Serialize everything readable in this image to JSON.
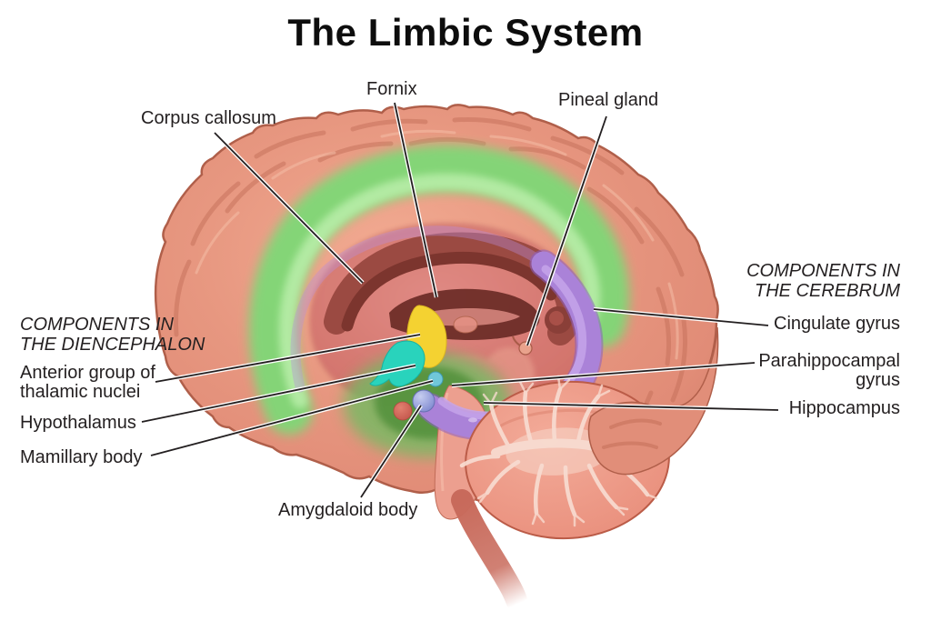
{
  "title": "The Limbic System",
  "headings": {
    "diencephalon": "COMPONENTS IN\nTHE DIENCEPHALON",
    "cerebrum": "COMPONENTS IN\nTHE CEREBRUM"
  },
  "labels": {
    "corpus_callosum": "Corpus callosum",
    "fornix": "Fornix",
    "pineal_gland": "Pineal gland",
    "cingulate_gyrus": "Cingulate gyrus",
    "parahippocampal_gyrus": "Parahippocampal\ngyrus",
    "hippocampus": "Hippocampus",
    "anterior_thalamic_nuclei": "Anterior group of\nthalamic nuclei",
    "hypothalamus": "Hypothalamus",
    "mamillary_body": "Mamillary body",
    "amygdaloid_body": "Amygdaloid body"
  },
  "colors": {
    "background": "#ffffff",
    "label_text": "#231f20",
    "leader_line": "#231f20",
    "cortex_salmon": "#e79780",
    "cingulate_green": "#8ee186",
    "inner_red": "#d97a72",
    "corpus_callosum_maroon": "#8a4038",
    "hippocampus_purple": "#aa82d8",
    "thalamic_yellow": "#f4d231",
    "hypothalamus_teal": "#29d3bc",
    "mamillary_cyan": "#70c7d9",
    "amygdala_blue": "#8d97d6",
    "parahippocampal_green": "#55923d",
    "cerebellum_pink": "#ee9b8a",
    "arbor_vitae_cream": "#f8dcd1"
  }
}
